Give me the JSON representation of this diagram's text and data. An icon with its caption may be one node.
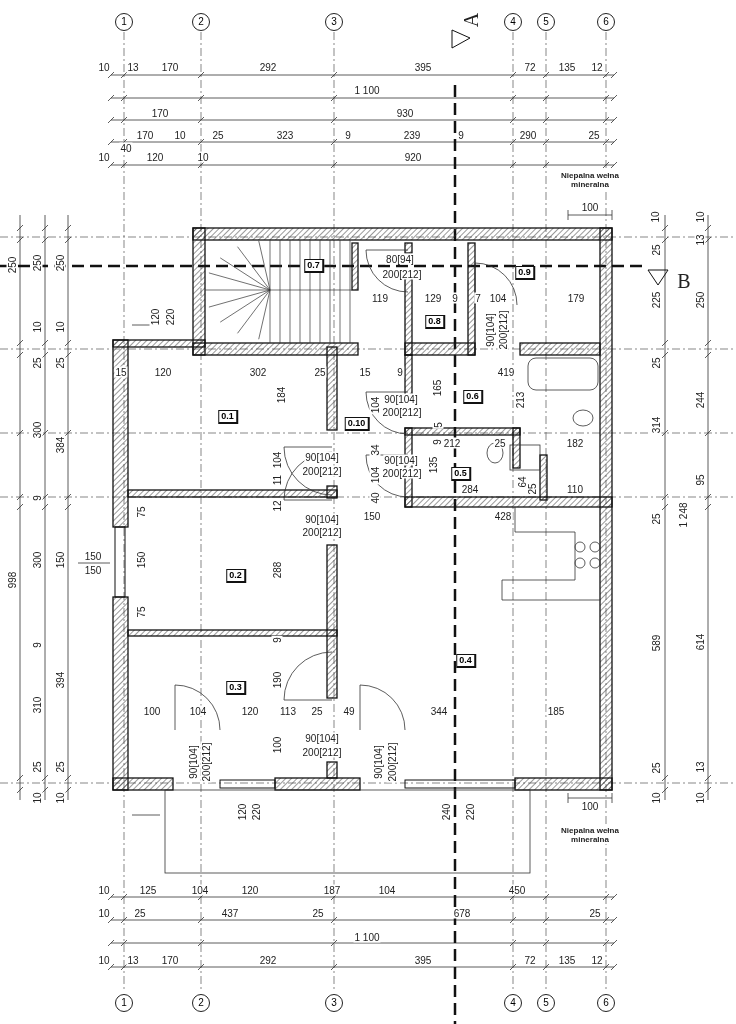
{
  "diagram": {
    "nodes": [
      {
        "text": [
          "1"
        ]
      },
      {
        "text": [
          "2"
        ]
      },
      {
        "text": [
          "3"
        ]
      },
      {
        "text": [
          "4"
        ]
      },
      {
        "text": [
          "5"
        ]
      },
      {
        "text": [
          "6"
        ]
      },
      {
        "text": [
          "0.7"
        ]
      },
      {
        "text": [
          "0.9"
        ]
      },
      {
        "text": [
          "0.8"
        ]
      },
      {
        "text": [
          "0.1"
        ]
      },
      {
        "text": [
          "0.6"
        ]
      },
      {
        "text": [
          "0.10"
        ]
      },
      {
        "text": [
          "0.5"
        ]
      },
      {
        "text": [
          "0.2"
        ]
      },
      {
        "text": [
          "0.4"
        ]
      },
      {
        "text": [
          "0.3"
        ]
      },
      {
        "text": [
          "1"
        ]
      },
      {
        "text": [
          "2"
        ]
      },
      {
        "text": [
          "3"
        ]
      },
      {
        "text": [
          "4"
        ]
      },
      {
        "text": [
          "5"
        ]
      },
      {
        "text": [
          "6"
        ]
      }
    ],
    "labels": [
      "A",
      "10",
      "13",
      "170",
      "292",
      "395",
      "72",
      "135",
      "12",
      "1 100",
      "170",
      "930",
      "170",
      "10",
      "25",
      "323",
      "9",
      "239",
      "9",
      "290",
      "25",
      "40",
      "10",
      "120",
      "10",
      "920",
      "Niepalna wełna mineralna",
      "100",
      "10",
      "10",
      "250",
      "250",
      "250",
      "25",
      "13",
      "80[94]",
      "200[212]",
      "B",
      "119",
      "129",
      "9",
      "7",
      "104",
      "179",
      "225",
      "250",
      "120",
      "220",
      "90[104]",
      "200[212]",
      "10",
      "10",
      "25",
      "25",
      "25",
      "15",
      "120",
      "302",
      "25",
      "15",
      "9",
      "419",
      "184",
      "165",
      "104",
      "90[104]",
      "200[212]",
      "213",
      "244",
      "300",
      "384",
      "314",
      "5",
      "9",
      "212",
      "25",
      "182",
      "34",
      "104",
      "90[104]",
      "200[212]",
      "90[104]",
      "200[212]",
      "135",
      "104",
      "11",
      "64",
      "95",
      "284",
      "25",
      "110",
      "9",
      "40",
      "12",
      "75",
      "150",
      "428",
      "25",
      "1 248",
      "90[104]",
      "200[212]",
      "998",
      "300",
      "150",
      "150",
      "150",
      "150",
      "288",
      "75",
      "589",
      "614",
      "9",
      "9",
      "394",
      "190",
      "310",
      "100",
      "104",
      "120",
      "113",
      "25",
      "49",
      "344",
      "185",
      "100",
      "90[104]",
      "200[212]",
      "90[104]",
      "200[212]",
      "90[104]",
      "200[212]",
      "25",
      "25",
      "25",
      "13",
      "10",
      "10",
      "10",
      "10",
      "100",
      "120",
      "220",
      "240",
      "220",
      "Niepalna wełna mineralna",
      "10",
      "125",
      "104",
      "120",
      "187",
      "104",
      "450",
      "10",
      "25",
      "437",
      "25",
      "678",
      "25",
      "1 100",
      "10",
      "13",
      "170",
      "292",
      "395",
      "72",
      "135",
      "12"
    ]
  }
}
